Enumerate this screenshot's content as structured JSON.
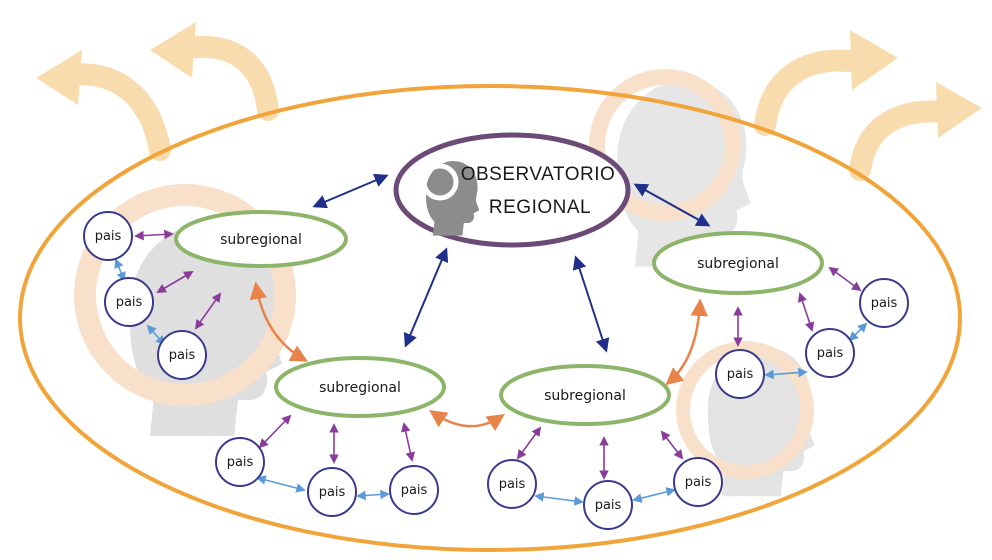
{
  "center": {
    "line1": "OBSERVATORIO",
    "line2": "REGIONAL"
  },
  "subregional_label": "subregional",
  "pais_label": "pais",
  "colors": {
    "outer_ellipse": "#f0a43a",
    "growth_arrows": "#f9dcae",
    "center_border": "#6b4a78",
    "subregional_border": "#8db56a",
    "pais_border": "#3a3a8c",
    "link_center": "#1f2f8a",
    "link_subregional": "#e8844a",
    "link_pais_sub": "#8a3c9a",
    "link_pais_pais": "#5b9bd5",
    "watermark_head": "#d9d9d9",
    "watermark_at": "#f8ddc4"
  },
  "icons": {
    "center": "at-head-icon",
    "watermark": "at-head-watermark-icon"
  }
}
